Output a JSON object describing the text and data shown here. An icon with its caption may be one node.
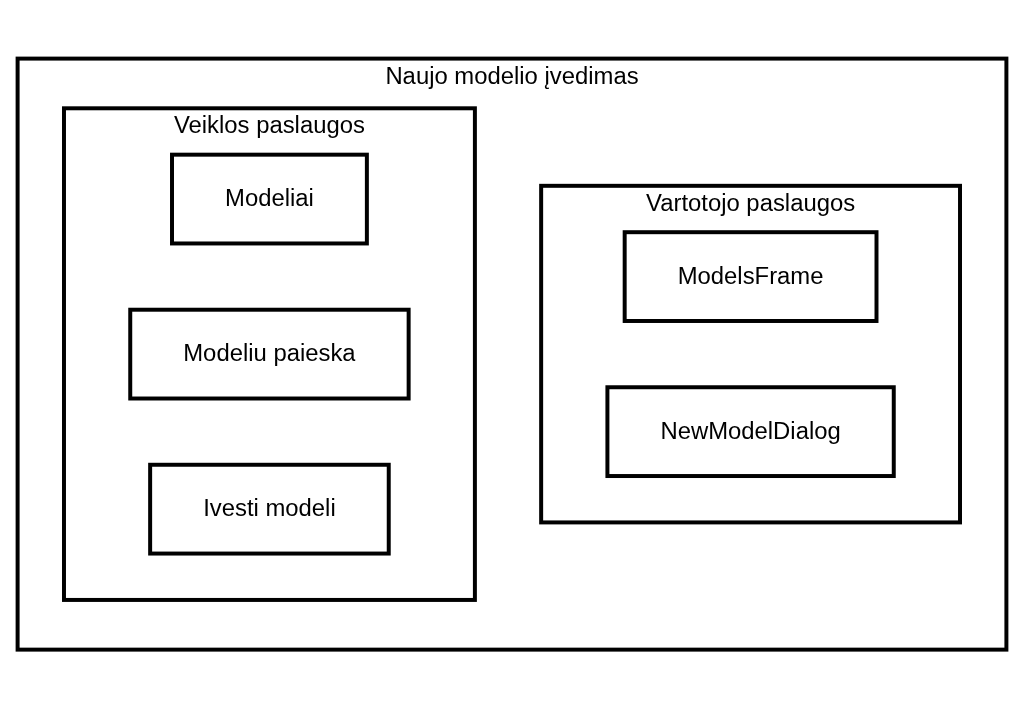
{
  "diagram": {
    "nodes": [
      {
        "text": [
          "Naujo modelio įvedimas"
        ]
      },
      {
        "text": [
          "Vartotojo paslaugos"
        ],
        "in": 0
      },
      {
        "text": [
          "ModelsFrame"
        ],
        "in": 1
      },
      {
        "text": [
          "NewModelDialog"
        ],
        "in": 1
      },
      {
        "text": [
          "Veiklos paslaugos"
        ],
        "in": 0
      },
      {
        "text": [
          "Modeliai"
        ],
        "in": 4
      },
      {
        "text": [
          "Modeliu paieska"
        ],
        "in": 4
      },
      {
        "text": [
          "Ivesti modeli"
        ],
        "in": 4
      }
    ]
  }
}
